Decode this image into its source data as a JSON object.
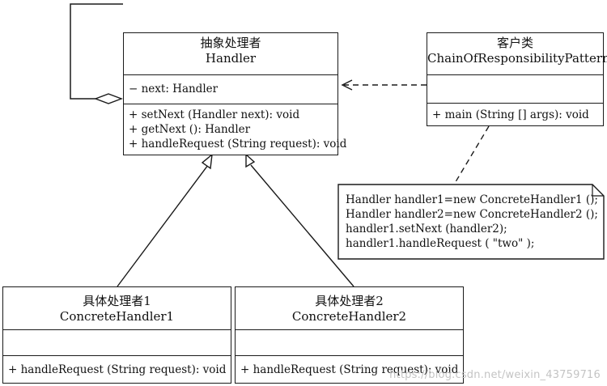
{
  "handler": {
    "title_cn": "抽象处理者",
    "title_en": "Handler",
    "attributes": [
      "− next: Handler"
    ],
    "methods": [
      "+ setNext (Handler next): void",
      "+ getNext (): Handler",
      "+ handleRequest (String request): void"
    ]
  },
  "client": {
    "title_cn": "客户类",
    "title_en": "ChainOfResponsibilityPattern",
    "methods": [
      "+ main (String [] args): void"
    ]
  },
  "note": {
    "lines": [
      "Handler handler1=new ConcreteHandler1 ();",
      "Handler handler2=new ConcreteHandler2 ();",
      "handler1.setNext (handler2);",
      "handler1.handleRequest ( \"two\" );"
    ]
  },
  "concrete1": {
    "title_cn": "具体处理者1",
    "title_en": "ConcreteHandler1",
    "methods": [
      "+ handleRequest (String request): void"
    ]
  },
  "concrete2": {
    "title_cn": "具体处理者2",
    "title_en": "ConcreteHandler2",
    "methods": [
      "+ handleRequest (String request): void"
    ]
  },
  "watermark": "https://blog.csdn.net/weixin_43759716"
}
